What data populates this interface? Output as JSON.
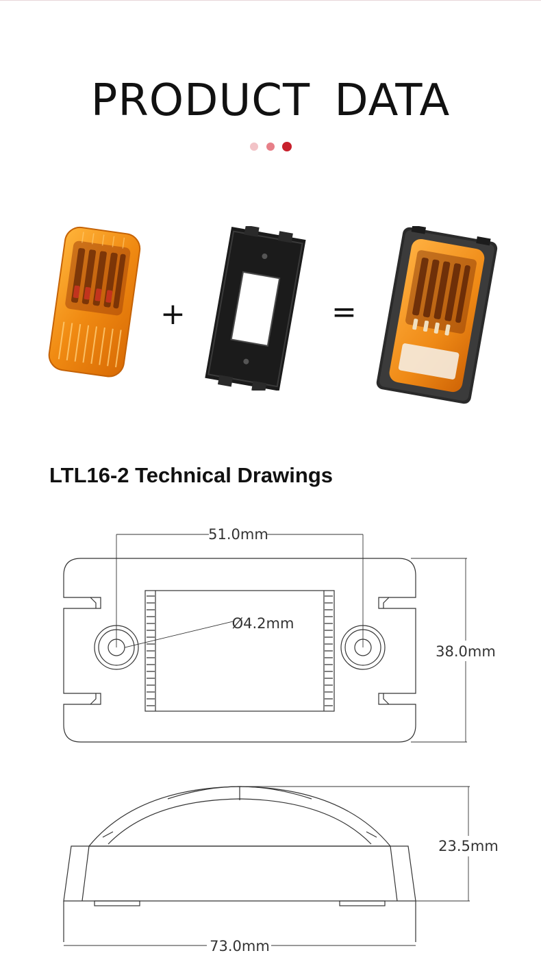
{
  "page": {
    "title": "PRODUCT DATA",
    "section_heading": "LTL16-2 Technical Drawings"
  },
  "assembly": {
    "plus_symbol": "+",
    "equals_symbol": "=",
    "lens_color": "#f39a1c",
    "housing_color": "#1d1d1d"
  },
  "drawings": {
    "top_view": {
      "width_between_holes": "51.0mm",
      "hole_diameter": "Ø4.2mm",
      "height": "38.0mm"
    },
    "side_view": {
      "height": "23.5mm",
      "length": "73.0mm"
    }
  },
  "colors": {
    "accent": "#c8202c",
    "dot_light": "#f2c3c7",
    "dot_medium": "#e77f88"
  }
}
